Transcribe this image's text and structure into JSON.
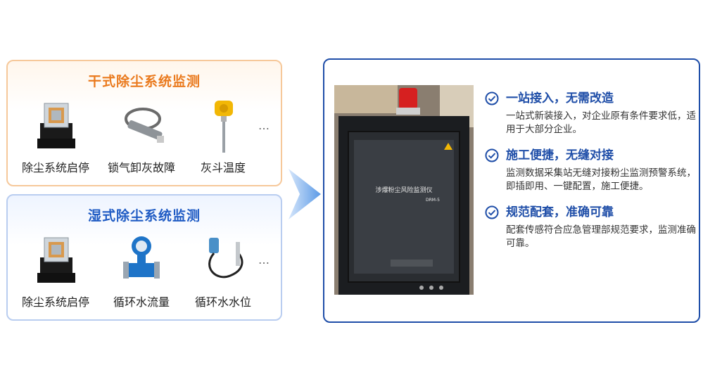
{
  "dry_panel": {
    "title": "干式除尘系统监测",
    "items": [
      {
        "label": "除尘系统启停",
        "icon": "relay-icon"
      },
      {
        "label": "锁气卸灰故障",
        "icon": "proximity-sensor-icon"
      },
      {
        "label": "灰斗温度",
        "icon": "temperature-sensor-icon"
      }
    ],
    "more": "…"
  },
  "wet_panel": {
    "title": "湿式除尘系统监测",
    "items": [
      {
        "label": "除尘系统启停",
        "icon": "relay-icon"
      },
      {
        "label": "循环水流量",
        "icon": "flowmeter-icon"
      },
      {
        "label": "循环水水位",
        "icon": "level-sensor-icon"
      }
    ],
    "more": "…"
  },
  "device": {
    "name": "涉爆粉尘风险监测仪",
    "model": "DRM-5"
  },
  "features": [
    {
      "title": "一站接入，无需改造",
      "desc": "一站式新装接入，对企业原有条件要求低，适用于大部分企业。"
    },
    {
      "title": "施工便捷，无缝对接",
      "desc": "监测数据采集站无缝对接粉尘监测预警系统，即插即用、一键配置，施工便捷。"
    },
    {
      "title": "规范配套，准确可靠",
      "desc": "配套传感符合应急管理部规范要求，监测准确可靠。"
    }
  ],
  "colors": {
    "orange": "#ea7a1e",
    "blue": "#1f4ea8",
    "light_blue": "#1f5bc4"
  }
}
